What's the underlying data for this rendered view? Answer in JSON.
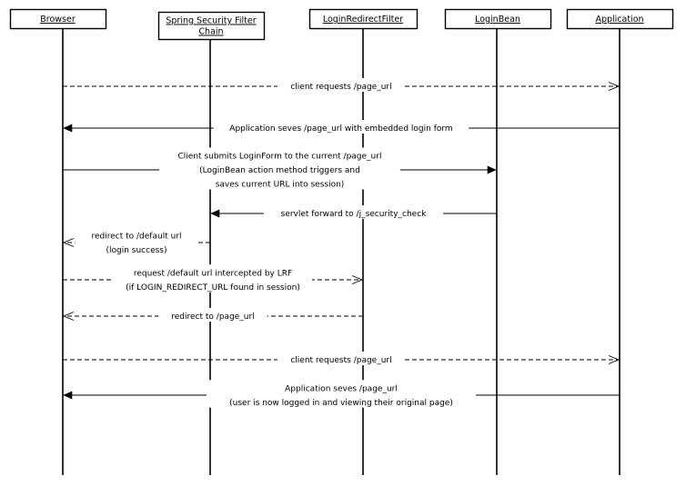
{
  "participants": [
    {
      "id": "browser",
      "lines": [
        "Browser"
      ]
    },
    {
      "id": "ssfc",
      "lines": [
        "Spring Security Filter",
        "Chain"
      ]
    },
    {
      "id": "lrf",
      "lines": [
        "LoginRedirectFilter"
      ]
    },
    {
      "id": "loginbean",
      "lines": [
        "LoginBean"
      ]
    },
    {
      "id": "application",
      "lines": [
        "Application"
      ]
    }
  ],
  "messages": [
    {
      "from": "browser",
      "to": "application",
      "style": "dashed",
      "lines": [
        "client requests /page_url"
      ]
    },
    {
      "from": "application",
      "to": "browser",
      "style": "solid",
      "lines": [
        "Application seves /page_url with embedded login form"
      ]
    },
    {
      "from": "browser",
      "to": "loginbean",
      "style": "solid",
      "lines": [
        "Client submits LoginForm to the current /page_url",
        "(LoginBean action method triggers and",
        "saves current URL into session)"
      ]
    },
    {
      "from": "loginbean",
      "to": "ssfc",
      "style": "solid",
      "lines": [
        "servlet forward to /j_security_check"
      ]
    },
    {
      "from": "ssfc",
      "to": "browser",
      "style": "dashed",
      "lines": [
        "redirect to /default url",
        "(login success)"
      ]
    },
    {
      "from": "browser",
      "to": "lrf",
      "style": "dashed",
      "lines": [
        "request /default url intercepted by LRF",
        "(if LOGIN_REDIRECT_URL found in session)"
      ]
    },
    {
      "from": "lrf",
      "to": "browser",
      "style": "dashed",
      "lines": [
        "redirect to /page_url"
      ]
    },
    {
      "from": "browser",
      "to": "application",
      "style": "dashed",
      "lines": [
        "client requests /page_url"
      ]
    },
    {
      "from": "application",
      "to": "browser",
      "style": "solid",
      "lines": [
        "Application seves /page_url",
        "(user is now logged in and viewing their original page)"
      ]
    }
  ]
}
